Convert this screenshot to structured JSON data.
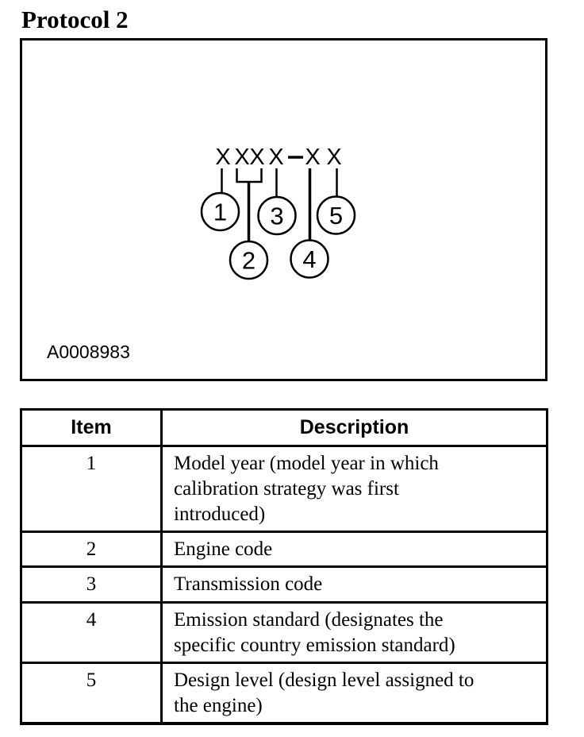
{
  "page": {
    "title": "Protocol 2"
  },
  "diagram": {
    "pattern": "X XX X - X X",
    "chars": [
      "X",
      "X",
      "X",
      "X",
      "X",
      "X"
    ],
    "callouts": [
      "1",
      "2",
      "3",
      "4",
      "5"
    ],
    "figure_id": "A0008983"
  },
  "table": {
    "headers": {
      "item": "Item",
      "description": "Description"
    },
    "rows": [
      {
        "item": "1",
        "description": "Model year (model year in which\ncalibration strategy was first\nintroduced)"
      },
      {
        "item": "2",
        "description": "Engine code"
      },
      {
        "item": "3",
        "description": "Transmission code"
      },
      {
        "item": "4",
        "description": "Emission standard (designates the\nspecific country emission standard)"
      },
      {
        "item": "5",
        "description": "Design level (design level assigned to\nthe engine)"
      }
    ]
  }
}
